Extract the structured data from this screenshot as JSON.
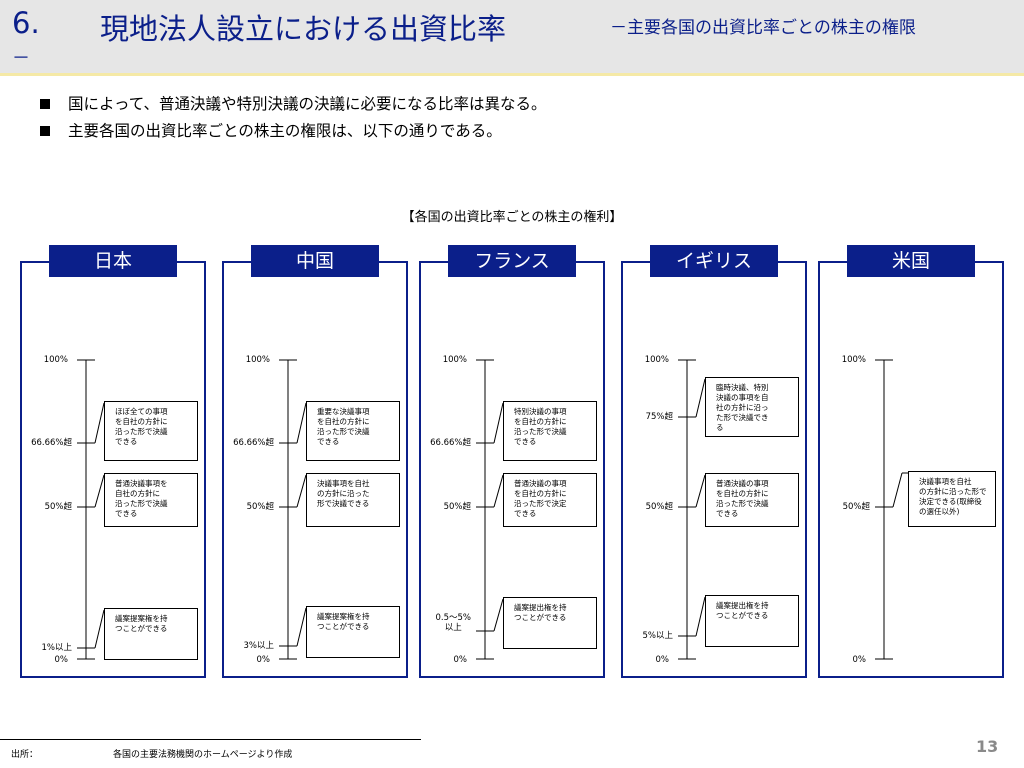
{
  "header": {
    "number": "6.",
    "title": "現地法人設立における出資比率",
    "subtitle": "－主要各国の出資比率ごとの株主の権限",
    "dash": "－"
  },
  "bullets": [
    "国によって、普通決議や特別決議の決議に必要になる比率は異なる。",
    "主要各国の出資比率ごとの株主の権限は、以下の通りである。"
  ],
  "diagram_title": "【各国の出資比率ごとの株主の権利】",
  "panels": [
    {
      "title": "日本",
      "top_label": "100%",
      "bottom_label": "0%",
      "thresholds": [
        "66.66%超",
        "50%超",
        "1%以上"
      ],
      "boxes": [
        "ほぼ全ての事項\nを自社の方針に\n沿った形で決議\nできる",
        "普通決議事項を\n自社の方針に\n沿った形で決議\nできる",
        "議案提案権を持\nつことができる"
      ]
    },
    {
      "title": "中国",
      "top_label": "100%",
      "bottom_label": "0%",
      "thresholds": [
        "66.66%超",
        "50%超",
        "3%以上"
      ],
      "boxes": [
        "重要な決議事項\nを自社の方針に\n沿った形で決議\nできる",
        "決議事項を自社\nの方針に沿った\n形で決議できる",
        "議案提案権を持\nつことができる"
      ]
    },
    {
      "title": "フランス",
      "top_label": "100%",
      "bottom_label": "0%",
      "thresholds": [
        "66.66%超",
        "50%超",
        "0.5～5%\n以上"
      ],
      "boxes": [
        "特別決議の事項\nを自社の方針に\n沿った形で決議\nできる",
        "普通決議の事項\nを自社の方針に\n沿った形で決定\nできる",
        "議案提出権を持\nつことができる"
      ]
    },
    {
      "title": "イギリス",
      "top_label": "100%",
      "bottom_label": "0%",
      "thresholds": [
        "75%超",
        "50%超",
        "5%以上"
      ],
      "boxes": [
        "臨時決議、特別\n決議の事項を自\n社の方針に沿っ\nた形で決議でき\nる",
        "普通決議の事項\nを自社の方針に\n沿った形で決議\nできる",
        "議案提出権を持\nつことができる"
      ]
    },
    {
      "title": "米国",
      "top_label": "100%",
      "bottom_label": "0%",
      "thresholds": [
        "50%超"
      ],
      "boxes": [
        "決議事項を自社\nの方針に沿った形で\n決定できる(取締役\nの選任以外)"
      ]
    }
  ],
  "footer": {
    "source_label": "出所：",
    "source_text": "各国の主要法務機関のホームページより作成",
    "page_number": "13"
  },
  "colors": {
    "accent": "#0b1f8a",
    "header_bg": "#e6e6e6",
    "header_rule": "#f5e9a6"
  }
}
